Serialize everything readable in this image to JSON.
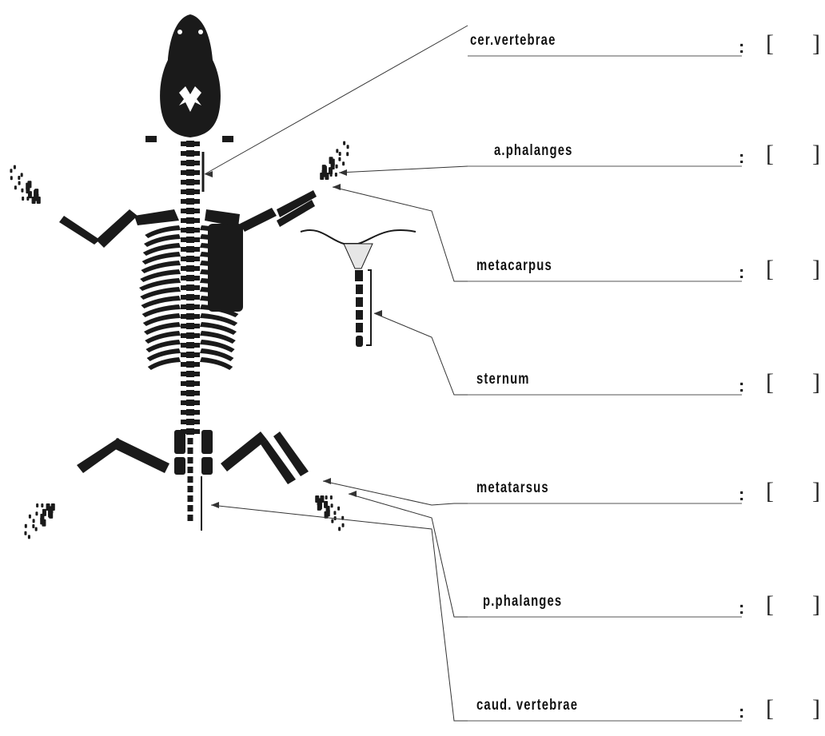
{
  "labels": [
    {
      "text": "cer.vertebrae"
    },
    {
      "text": "a.phalanges"
    },
    {
      "text": "metacarpus"
    },
    {
      "text": "sternum"
    },
    {
      "text": "metatarsus"
    },
    {
      "text": "p.phalanges"
    },
    {
      "text": "caud. vertebrae"
    }
  ],
  "separator": ":",
  "answer_box_open": "[",
  "answer_box_close": "]",
  "colors": {
    "bone": "#1a1a1a",
    "line": "#333333",
    "paper": "#ffffff"
  }
}
